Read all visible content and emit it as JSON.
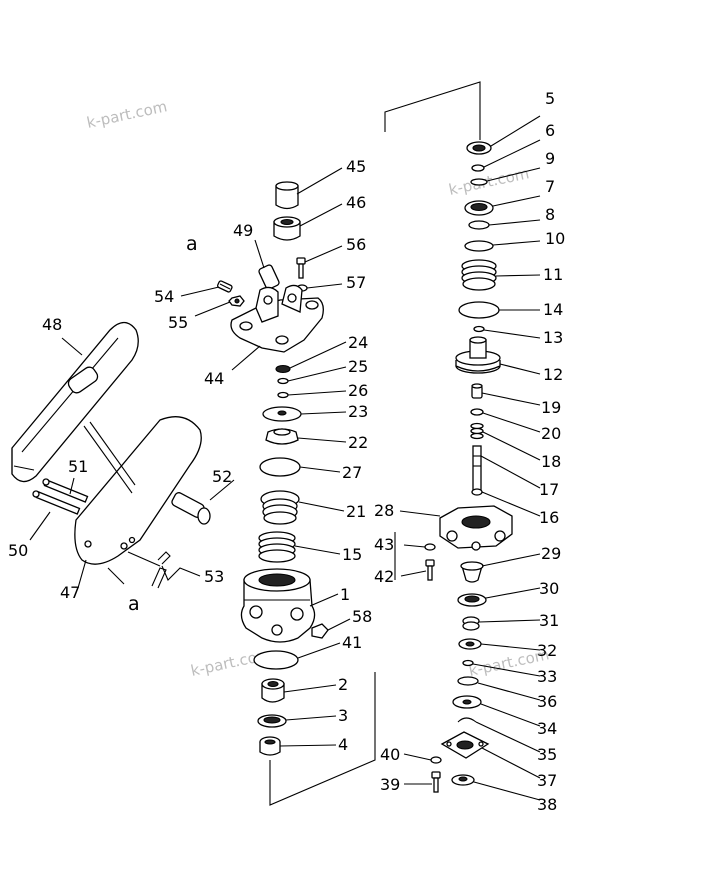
{
  "watermarks": [
    "k-part.com",
    "k-part.com",
    "k-part.com",
    "k-part.com"
  ],
  "letters": [
    "a",
    "a"
  ],
  "callouts": [
    "1",
    "2",
    "3",
    "4",
    "5",
    "6",
    "7",
    "8",
    "9",
    "10",
    "11",
    "12",
    "13",
    "14",
    "15",
    "16",
    "17",
    "18",
    "19",
    "20",
    "21",
    "22",
    "23",
    "24",
    "25",
    "26",
    "27",
    "28",
    "29",
    "30",
    "31",
    "32",
    "33",
    "34",
    "35",
    "36",
    "37",
    "38",
    "39",
    "40",
    "41",
    "42",
    "43",
    "44",
    "45",
    "46",
    "48",
    "49",
    "50",
    "51",
    "52",
    "53",
    "54",
    "55",
    "56",
    "57",
    "58",
    "47"
  ],
  "colors": {
    "ink": "#000000",
    "paper": "#ffffff",
    "watermark": "#bdbdbd"
  }
}
